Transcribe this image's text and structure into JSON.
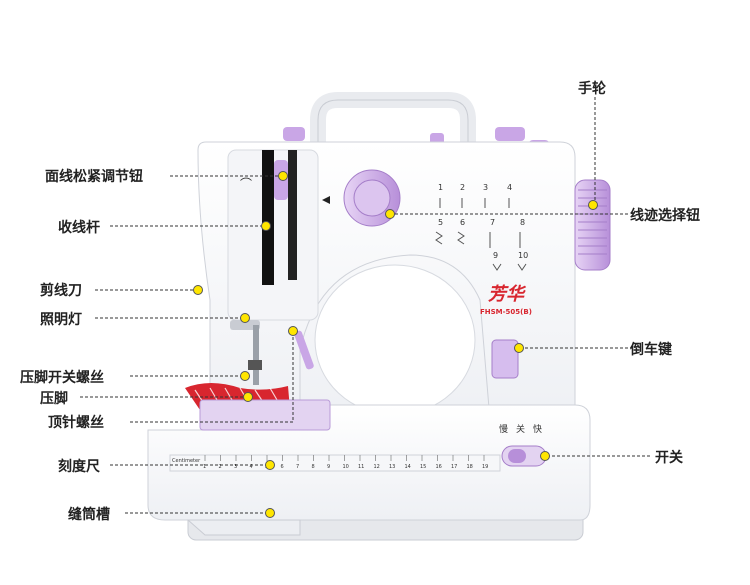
{
  "labels": {
    "handwheel": "手轮",
    "tension_knob": "面线松紧调节钮",
    "take_up_lever": "收线杆",
    "stitch_selector": "线迹选择钮",
    "thread_cutter": "剪线刀",
    "light": "照明灯",
    "reverse_key": "倒车键",
    "presser_switch_screw": "压脚开关螺丝",
    "presser_foot": "压脚",
    "needle_screw": "顶针螺丝",
    "power_switch": "开关",
    "ruler": "刻度尺",
    "bobbin_slot": "缝筒槽"
  },
  "machine": {
    "brand": "芳华",
    "model": "FHSM-505(B)",
    "ruler_caption": "Centimeter",
    "speed_slow": "慢",
    "speed_off": "关",
    "speed_fast": "快",
    "stitch_numbers": [
      "1",
      "2",
      "3",
      "4",
      "5",
      "6",
      "7",
      "8",
      "9",
      "10"
    ],
    "ruler_ticks": [
      "1",
      "2",
      "3",
      "4",
      "5",
      "6",
      "7",
      "8",
      "9",
      "10",
      "11",
      "12",
      "13",
      "14",
      "15",
      "16",
      "17",
      "18",
      "19"
    ]
  },
  "colors": {
    "accent": "#c9a6e6",
    "callout_dot": "#ffe600",
    "brand_red": "#d8262f"
  }
}
